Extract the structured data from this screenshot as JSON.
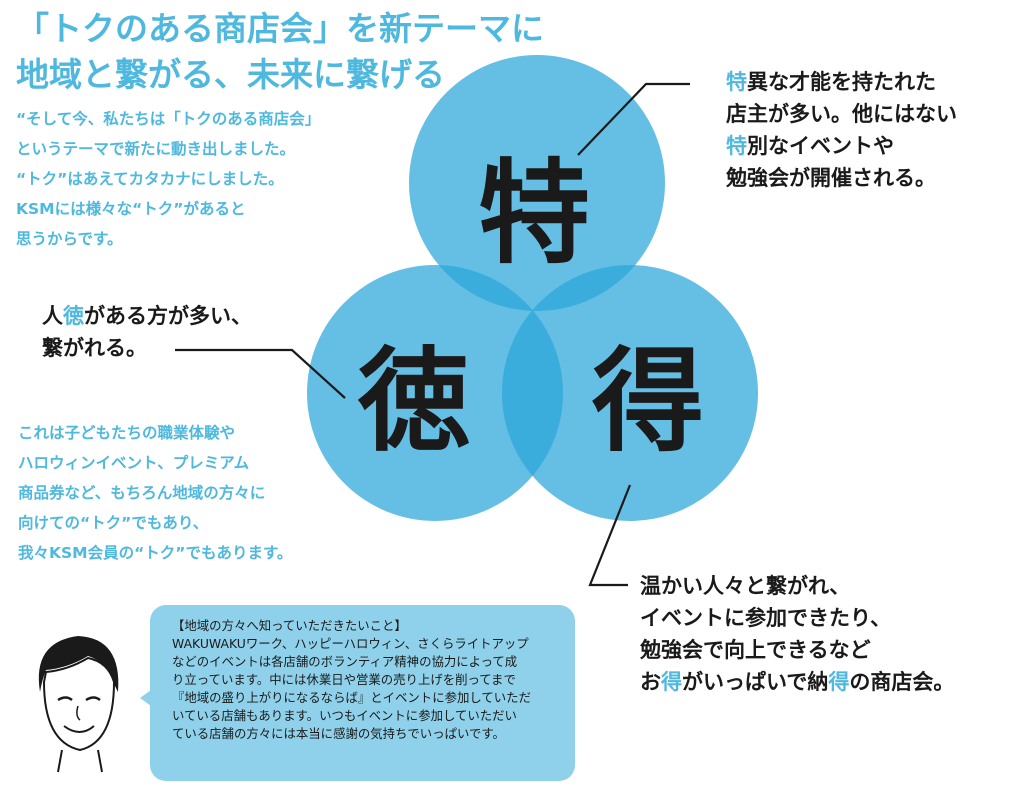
{
  "title": {
    "lines": [
      "「トクのある商店会」を新テーマに",
      "地域と繋がる、未来に繋げる"
    ]
  },
  "intro": {
    "lines": [
      "“そして今、私たちは「トクのある商店会」",
      "というテーマで新たに動き出しました。",
      " “トク”はあえてカタカナにしました。",
      "KSMには様々な“トク”があると",
      "思うからです。"
    ]
  },
  "diagram": {
    "circle_color": "#2aa6d9",
    "labels": {
      "top": "特",
      "left": "徳",
      "right": "得"
    }
  },
  "callouts": {
    "top": [
      [
        {
          "t": "特",
          "h": true
        },
        {
          "t": "異な才能を持たれた"
        }
      ],
      [
        {
          "t": "店主が多い。他にはない"
        }
      ],
      [
        {
          "t": "特",
          "h": true
        },
        {
          "t": "別なイベントや"
        }
      ],
      [
        {
          "t": "勉強会が開催される。"
        }
      ]
    ],
    "left": [
      [
        {
          "t": "人"
        },
        {
          "t": "徳",
          "h": true
        },
        {
          "t": "がある方が多い、"
        }
      ],
      [
        {
          "t": "繋がれる。"
        }
      ]
    ],
    "right": [
      [
        {
          "t": "温かい人々と繋がれ、"
        }
      ],
      [
        {
          "t": "イベントに参加できたり、"
        }
      ],
      [
        {
          "t": "勉強会で向上できるなど"
        }
      ],
      [
        {
          "t": "お"
        },
        {
          "t": "得",
          "h": true
        },
        {
          "t": "がいっぱいで納"
        },
        {
          "t": "得",
          "h": true
        },
        {
          "t": "の商店会。"
        }
      ]
    ]
  },
  "intro2": {
    "lines": [
      "これは子どもたちの職業体験や",
      "ハロウィンイベント、プレミアム",
      "商品券など、もちろん地域の方々に",
      "向けての“トク”でもあり、",
      "我々KSM会員の“トク”でもあります。"
    ]
  },
  "bubble": {
    "lines": [
      "【地域の方々へ知っていただきたいこと】",
      "WAKUWAKUワーク、ハッピーハロウィン、さくらライトアップ",
      "などのイベントは各店舗のボランティア精神の協力によって成",
      "り立っています。中には休業日や営業の売り上げを削ってまで",
      "『地域の盛り上がりになるならば』とイベントに参加していただ",
      "いている店舗もあります。いつもイベントに参加していただい",
      "ている店舗の方々には本当に感謝の気持ちでいっぱいです。"
    ]
  },
  "accent_color": "#4fb8de"
}
